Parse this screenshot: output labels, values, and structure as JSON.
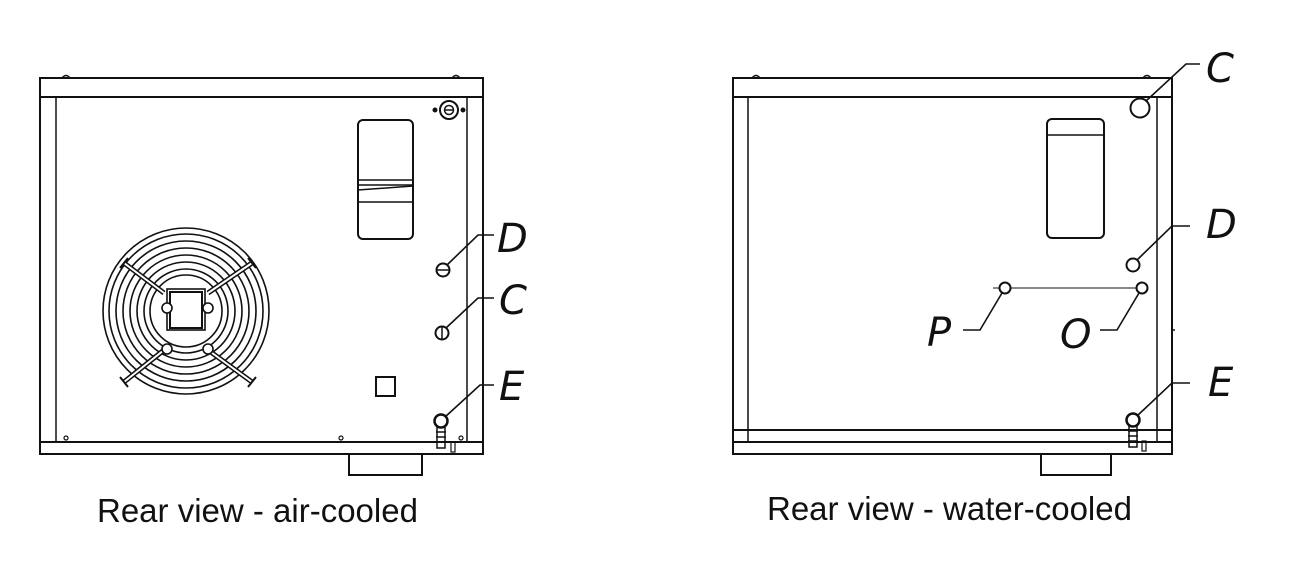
{
  "views": {
    "air": {
      "caption": "Rear view - air-cooled"
    },
    "water": {
      "caption": "Rear view - water-cooled"
    }
  },
  "labels": {
    "air_d": "D",
    "air_c": "C",
    "air_e": "E",
    "water_c": "C",
    "water_d": "D",
    "water_p": "P",
    "water_o": "O",
    "water_e": "E"
  }
}
